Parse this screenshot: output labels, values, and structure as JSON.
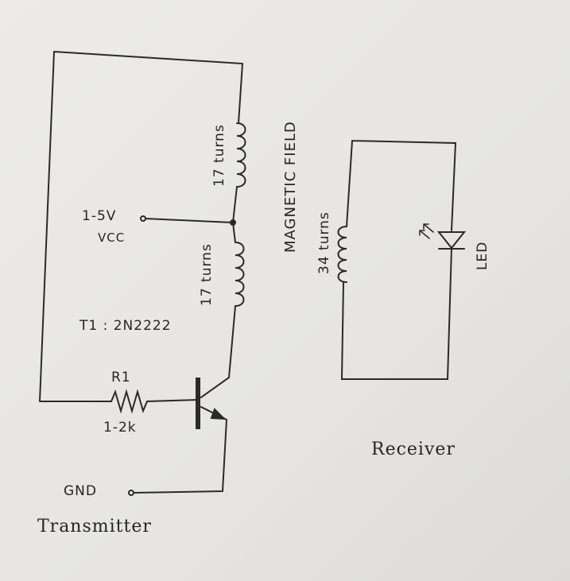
{
  "transmitter": {
    "coil_top_label": "17 turns",
    "coil_bottom_label": "17 turns",
    "vcc_voltage": "1-5V",
    "vcc_label": "VCC",
    "transistor_label": "T1 : 2N2222",
    "resistor_name": "R1",
    "resistor_value": "1-2k",
    "gnd_label": "GND",
    "title": "Transmitter"
  },
  "field_label": "MAGNETIC FIELD",
  "receiver": {
    "coil_label": "34 turns",
    "led_label": "LED",
    "title": "Receiver"
  },
  "ink_color": "#2a2a2a"
}
